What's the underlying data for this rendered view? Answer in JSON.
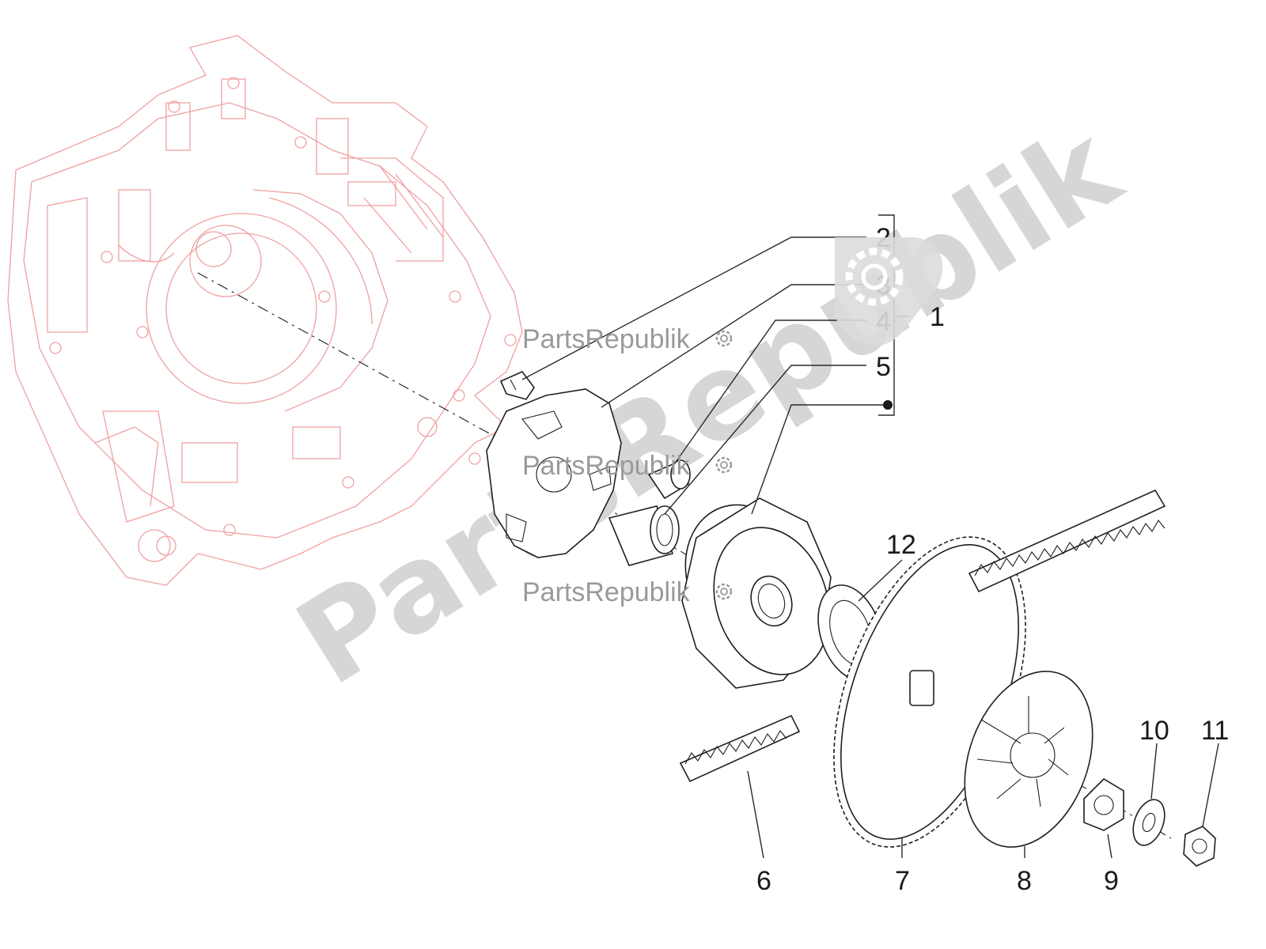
{
  "callouts": [
    {
      "id": "1",
      "label": "1"
    },
    {
      "id": "2",
      "label": "2"
    },
    {
      "id": "3",
      "label": "3"
    },
    {
      "id": "4",
      "label": "4"
    },
    {
      "id": "5",
      "label": "5"
    },
    {
      "id": "6",
      "label": "6"
    },
    {
      "id": "7",
      "label": "7"
    },
    {
      "id": "8",
      "label": "8"
    },
    {
      "id": "9",
      "label": "9"
    },
    {
      "id": "10",
      "label": "10"
    },
    {
      "id": "11",
      "label": "11"
    },
    {
      "id": "12",
      "label": "12"
    }
  ],
  "watermark": {
    "small": "PartsRepublik",
    "large": "PartsRepublik"
  },
  "colors": {
    "ink": "#1f1f1f",
    "crankcase": "#f0a0a0",
    "watermark": "#d6d6d6"
  },
  "icons": [
    "gear-icon"
  ]
}
